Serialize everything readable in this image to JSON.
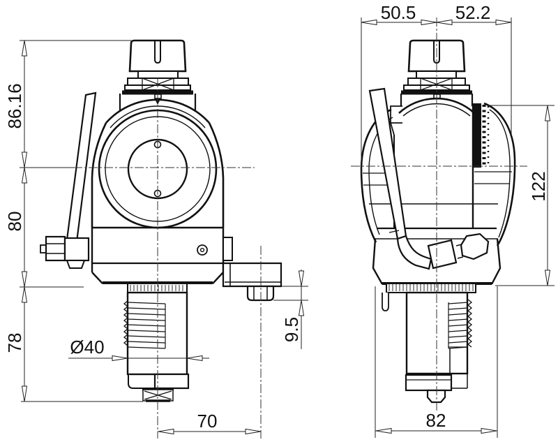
{
  "dims": {
    "left_top": "86.16",
    "left_middle": "80",
    "left_bottom": "78",
    "top_left": "50.5",
    "top_right": "52.2",
    "right_side": "122",
    "flange_offset": "9.5",
    "shank_diameter": "Ø40",
    "bottom_left_view": "70",
    "bottom_right_view": "82"
  }
}
